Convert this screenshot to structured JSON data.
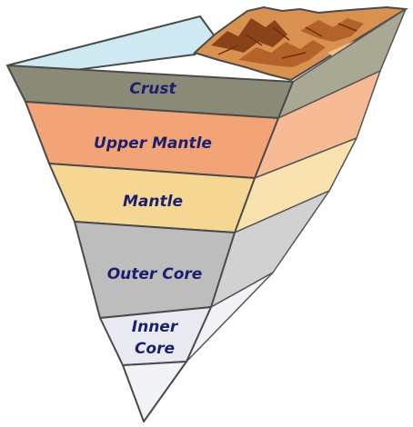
{
  "diagram": {
    "layers": [
      {
        "key": "crust",
        "label_lines": [
          "Crust"
        ],
        "front_color": "#8b8a76",
        "side_color": "#a9a892"
      },
      {
        "key": "upper_mantle",
        "label_lines": [
          "Upper Mantle"
        ],
        "front_color": "#f2a477",
        "side_color": "#f6bb95"
      },
      {
        "key": "mantle",
        "label_lines": [
          "Mantle"
        ],
        "front_color": "#f6d693",
        "side_color": "#f9e2b0"
      },
      {
        "key": "outer_core",
        "label_lines": [
          "Outer Core"
        ],
        "front_color": "#bdbdbd",
        "side_color": "#d1d1d1"
      },
      {
        "key": "inner_core",
        "label_lines": [
          "Inner",
          "Core"
        ],
        "front_color": "#e9eaf1",
        "side_color": "#f2f3f7"
      }
    ],
    "surface": {
      "ocean_color": "#cfe9f3",
      "mountain_colors": [
        "#8a4318",
        "#b3622a",
        "#d9914f",
        "#ecc08a"
      ]
    },
    "label_color": "#1b1f6e"
  }
}
